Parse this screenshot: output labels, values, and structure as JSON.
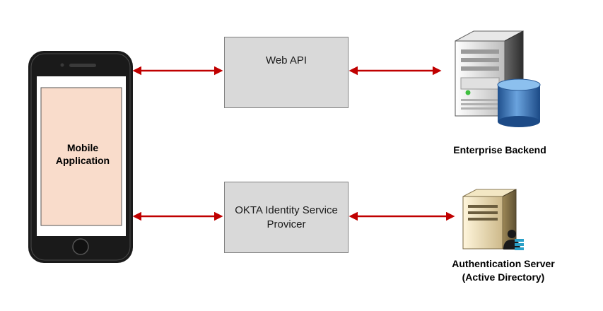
{
  "mobile": {
    "label_line1": "Mobile",
    "label_line2": "Application",
    "screen_color": "#f9dccb",
    "body_color": "#1a1a1a"
  },
  "web_api": {
    "label": "Web API",
    "fill": "#d9d9d9"
  },
  "okta": {
    "label_line1": "OKTA Identity Service",
    "label_line2": "Provicer",
    "fill": "#d9d9d9"
  },
  "enterprise_backend": {
    "label": "Enterprise Backend",
    "icon": "server-database-icon"
  },
  "auth_server": {
    "label_line1": "Authentication Server",
    "label_line2": "(Active Directory)",
    "icon": "server-user-icon"
  },
  "connectors": {
    "color": "#c00000",
    "style": "double-headed-arrow"
  }
}
